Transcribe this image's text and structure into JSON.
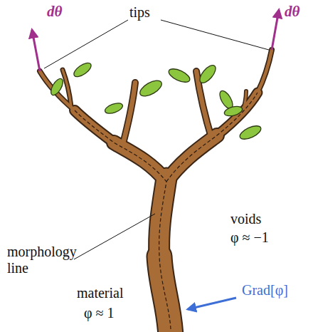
{
  "diagram": {
    "labels": [
      "tips",
      "dθ",
      "dθ",
      "morphology line",
      "voids",
      "φ ≈ −1",
      "material",
      "φ ≈ 1",
      "Grad[φ]"
    ]
  }
}
